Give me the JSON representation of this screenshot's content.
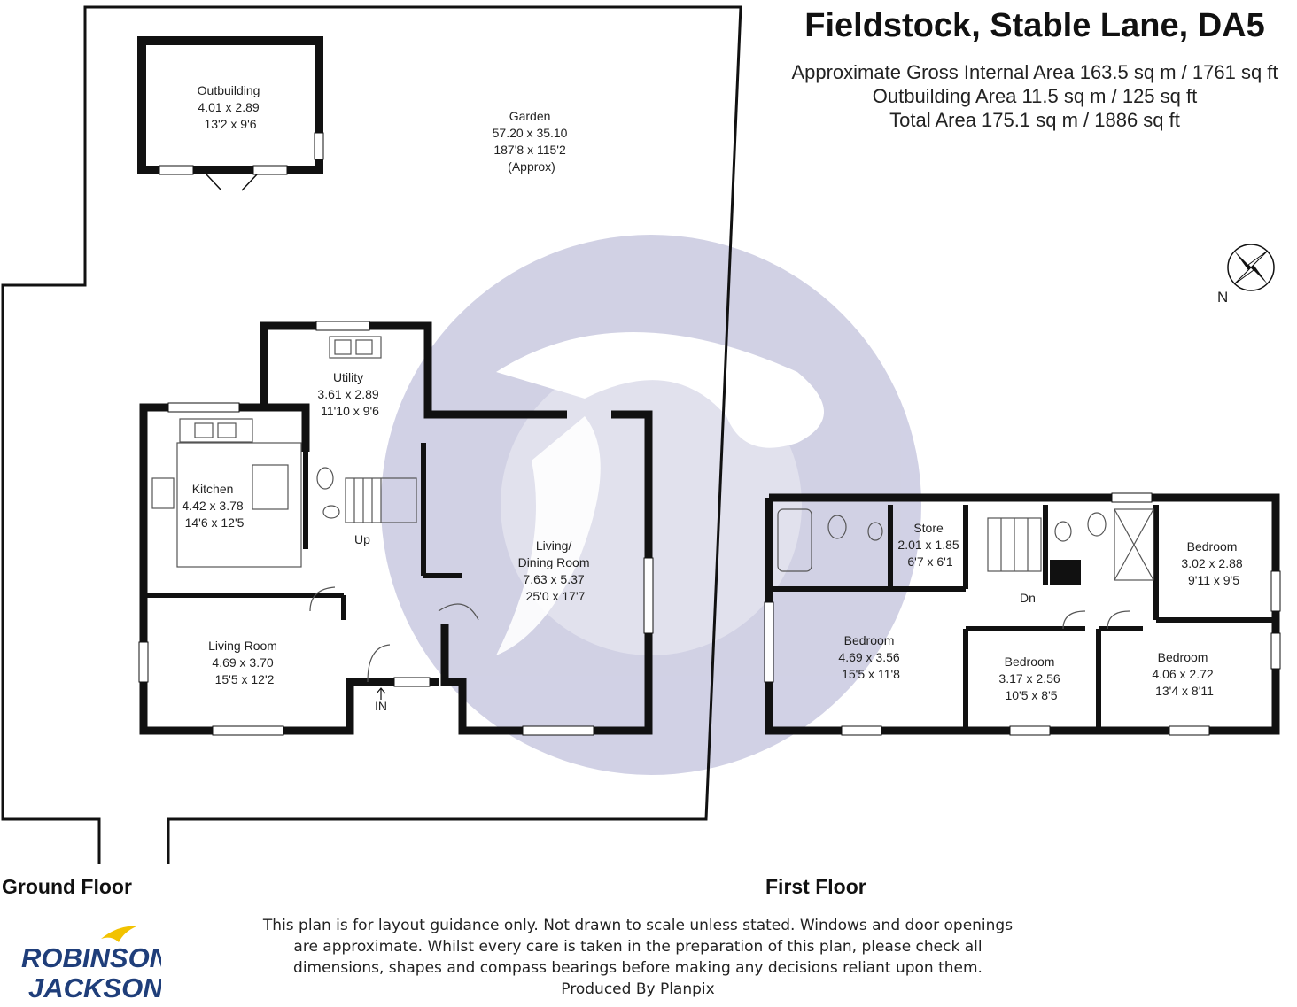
{
  "title": "Fieldstock, Stable Lane, DA5",
  "areas": [
    "Approximate Gross Internal Area 163.5 sq m / 1761 sq ft",
    "Outbuilding Area 11.5 sq m / 125 sq ft",
    "Total Area 175.1 sq m / 1886 sq ft"
  ],
  "compass_label": "N",
  "floors": {
    "ground": "Ground Floor",
    "first": "First Floor"
  },
  "rooms": {
    "outbuilding": [
      "Outbuilding",
      "4.01 x 2.89",
      "13'2 x 9'6"
    ],
    "garden": [
      "Garden",
      "57.20 x 35.10",
      "187'8 x 115'2",
      "(Approx)"
    ],
    "utility": [
      "Utility",
      "3.61 x 2.89",
      "11'10 x 9'6"
    ],
    "kitchen": [
      "Kitchen",
      "4.42 x 3.78",
      "14'6 x 12'5"
    ],
    "living_dining": [
      "Living/",
      "Dining Room",
      "7.63 x 5.37",
      "25'0 x 17'7"
    ],
    "living_room": [
      "Living Room",
      "4.69 x 3.70",
      "15'5 x 12'2"
    ],
    "store": [
      "Store",
      "2.01 x 1.85",
      "6'7 x 6'1"
    ],
    "bedroom1": [
      "Bedroom",
      "3.02 x 2.88",
      "9'11 x 9'5"
    ],
    "bedroom2": [
      "Bedroom",
      "4.69 x 3.56",
      "15'5 x 11'8"
    ],
    "bedroom3": [
      "Bedroom",
      "3.17 x 2.56",
      "10'5 x 8'5"
    ],
    "bedroom4": [
      "Bedroom",
      "4.06 x 2.72",
      "13'4 x 8'11"
    ]
  },
  "markers": {
    "up": "Up",
    "dn": "Dn",
    "in": "IN"
  },
  "disclaimer": [
    "This plan is for layout guidance only. Not drawn to scale unless stated. Windows and door openings",
    "are approximate. Whilst every care is taken in the preparation of this plan, please check all",
    "dimensions, shapes and compass bearings before making any decisions reliant upon them.",
    "Produced By Planpix"
  ],
  "logo": [
    "ROBINSON",
    "JACKSON"
  ],
  "colors": {
    "wall": "#111111",
    "watermark": "#c9c9e0",
    "logo_blue": "#1f3e7a",
    "logo_yellow": "#f2c200"
  }
}
